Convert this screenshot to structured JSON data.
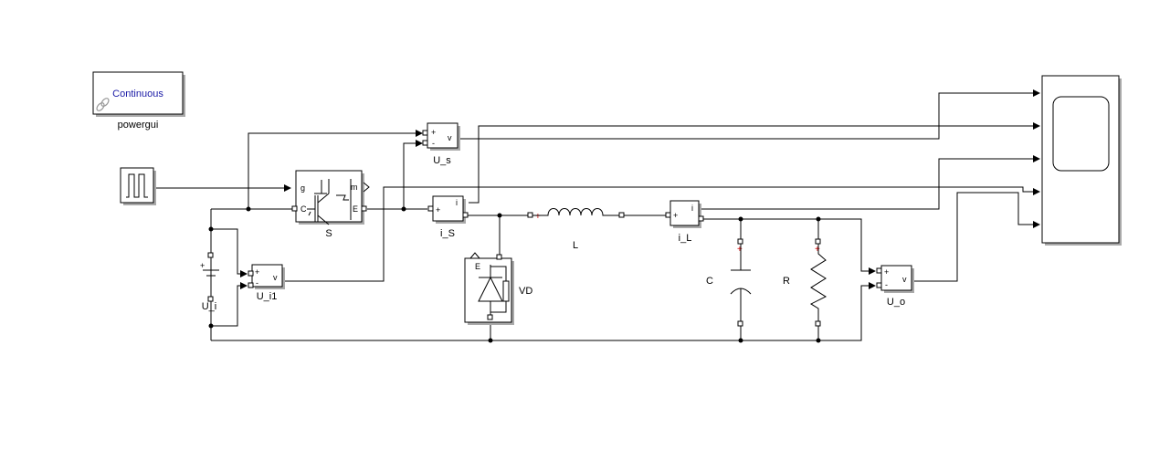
{
  "powergui": {
    "mode_text": "Continuous",
    "name": "powergui",
    "mode_color": "#1a1aa6"
  },
  "blocks": {
    "switch": {
      "name": "S",
      "port_g": "g",
      "port_m": "m",
      "port_c": "C",
      "port_e": "E"
    },
    "diode": {
      "name": "VD",
      "port_e": "E"
    },
    "source": {
      "name": "U_i"
    },
    "inductor": {
      "name": "L"
    },
    "capacitor": {
      "name": "C"
    },
    "resistor": {
      "name": "R"
    },
    "vm_s": {
      "name": "U_s",
      "unit": "v"
    },
    "vm_i1": {
      "name": "U_i1",
      "unit": "v"
    },
    "vm_o": {
      "name": "U_o",
      "unit": "v"
    },
    "cm_s": {
      "name": "i_S",
      "unit": "i"
    },
    "cm_l": {
      "name": "i_L",
      "unit": "i"
    }
  },
  "symbols": {
    "plus": "+",
    "minus": "-"
  },
  "colors": {
    "wire": "#000000",
    "polarity": "#cc0000"
  }
}
